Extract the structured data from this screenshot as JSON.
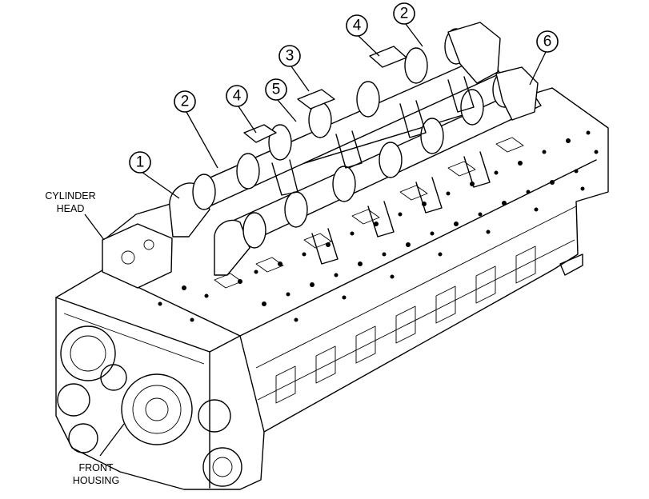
{
  "labels": {
    "cylinder_head_line1": "CYLINDER",
    "cylinder_head_line2": "HEAD",
    "front_housing_line1": "FRONT",
    "front_housing_line2": "HOUSING"
  },
  "callouts": [
    {
      "id": "c1",
      "number": "1"
    },
    {
      "id": "c2a",
      "number": "2"
    },
    {
      "id": "c4a",
      "number": "4"
    },
    {
      "id": "c5",
      "number": "5"
    },
    {
      "id": "c3",
      "number": "3"
    },
    {
      "id": "c4b",
      "number": "4"
    },
    {
      "id": "c2b",
      "number": "2"
    },
    {
      "id": "c6",
      "number": "6"
    }
  ]
}
